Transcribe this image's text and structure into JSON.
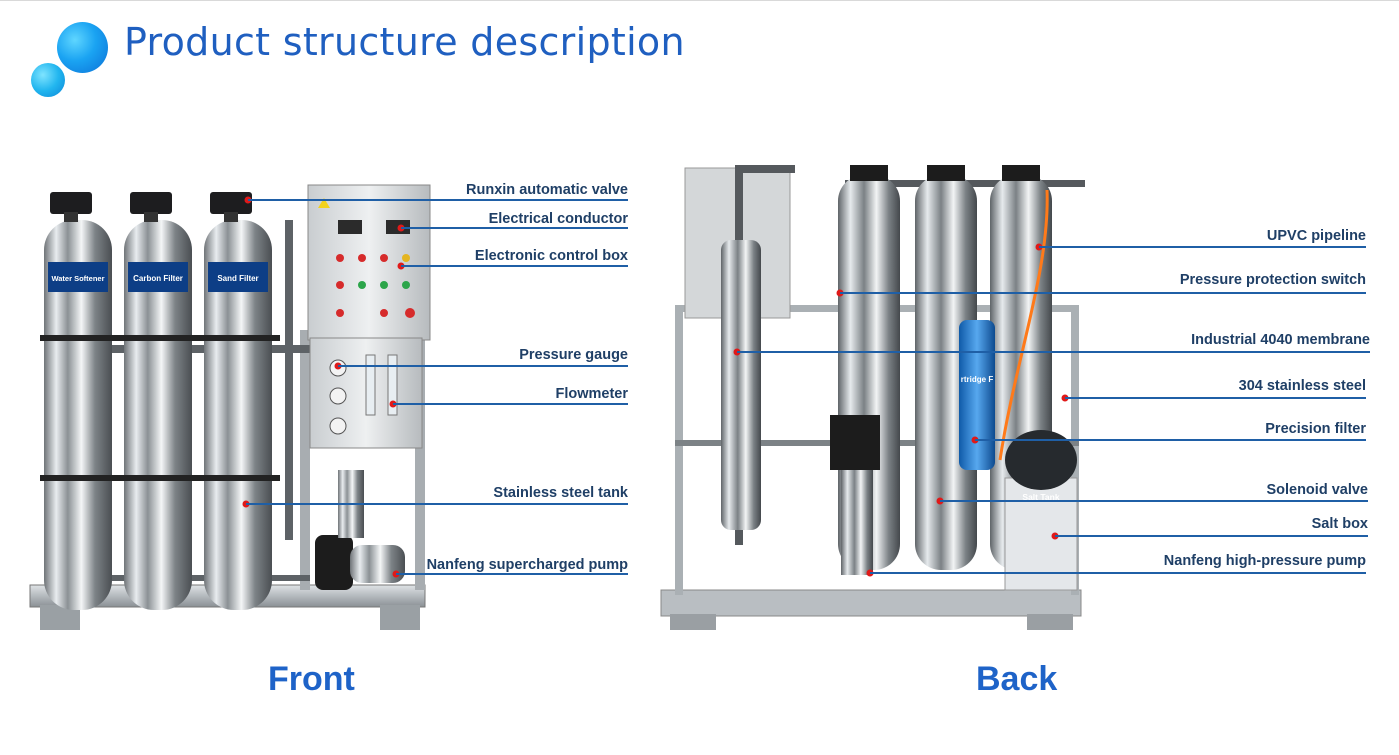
{
  "header": {
    "title": "Product structure description"
  },
  "front": {
    "caption": "Front",
    "tank_labels": [
      "Water Softener",
      "Carbon Filter",
      "Sand Filter"
    ],
    "callouts": [
      "Runxin automatic valve",
      "Electrical conductor",
      "Electronic control box",
      "Pressure gauge",
      "Flowmeter",
      "Stainless steel tank",
      "Nanfeng supercharged pump"
    ]
  },
  "back": {
    "caption": "Back",
    "filter_housing_text": "rtridge F",
    "salt_box_text": "Salt Tank",
    "callouts": [
      "UPVC pipeline",
      "Pressure protection switch",
      "Industrial 4040 membrane",
      "304 stainless steel",
      "Precision filter",
      "Solenoid valve",
      "Salt box",
      "Nanfeng high-pressure pump"
    ]
  },
  "colors": {
    "title": "#1f5fc0",
    "caption": "#1e63c8",
    "leader": "#1f5fa6",
    "pin": "#e01919",
    "label": "#1f3f66"
  }
}
